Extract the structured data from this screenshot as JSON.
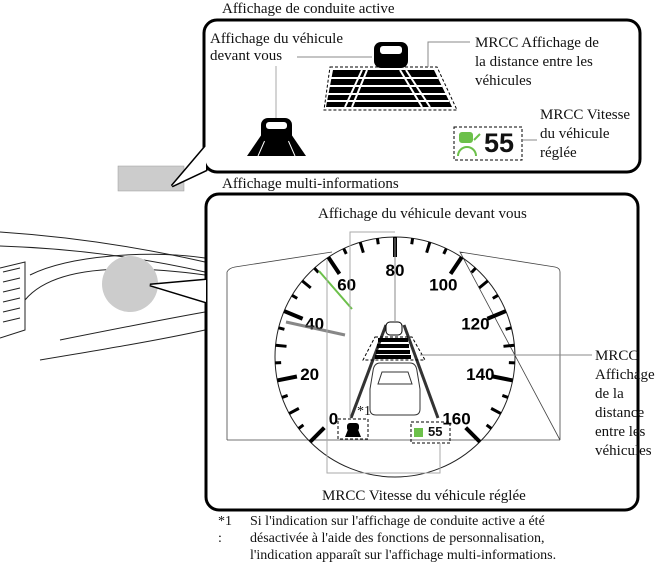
{
  "top_display": {
    "title": "Affichage de conduite active",
    "vehicle_ahead_label": [
      "Affichage du véhicule",
      "devant vous"
    ],
    "distance_label": [
      "MRCC Affichage de",
      "la distance entre les",
      "véhicules"
    ],
    "set_speed_label": [
      "MRCC Vitesse",
      "du véhicule",
      "réglée"
    ],
    "set_speed_value": "55"
  },
  "multi_display": {
    "title": "Affichage multi-informations",
    "vehicle_ahead_label": "Affichage du véhicule devant vous",
    "distance_label": [
      "MRCC",
      "Affichage",
      "de la",
      "distance",
      "entre les",
      "véhicules"
    ],
    "set_speed_label": "MRCC Vitesse du véhicule réglée",
    "set_speed_value": "55",
    "footnote_marker": "*1",
    "speedometer_labels": [
      "0",
      "20",
      "40",
      "60",
      "80",
      "100",
      "120",
      "140",
      "160"
    ]
  },
  "footnote": {
    "marker": "*1 :",
    "lines": [
      "Si l'indication sur l'affichage de conduite active a été",
      "désactivée à l'aide des fonctions de personnalisation,",
      "l'indication apparaît sur l'affichage multi-informations."
    ]
  },
  "colors": {
    "accent_green": "#6cc04a",
    "panel_gray": "#cccccc"
  }
}
